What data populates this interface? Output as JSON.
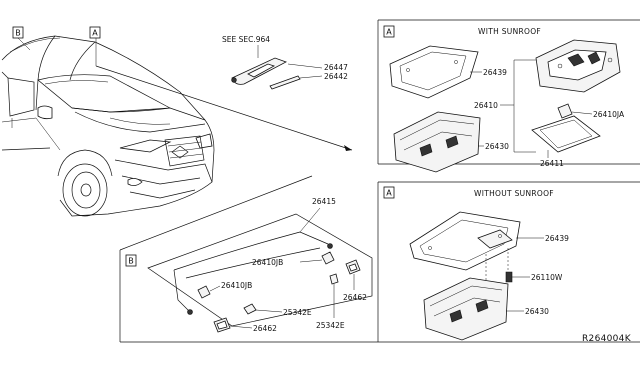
{
  "callouts": {
    "box_a": "A",
    "box_b": "B"
  },
  "top_left": {
    "see_sec": "SEE SEC.964",
    "p26447": "26447",
    "p26442": "26442"
  },
  "with_sunroof": {
    "header": "WITH SUNROOF",
    "p26439": "26439",
    "p26410": "26410",
    "p26410JA": "26410JA",
    "p26411": "26411",
    "p26430": "26430"
  },
  "without_sunroof": {
    "header": "WITHOUT SUNROOF",
    "p26439": "26439",
    "p26110W": "26110W",
    "p26430": "26430"
  },
  "panel_b": {
    "p26415": "26415",
    "p26410JB_top": "26410JB",
    "p26410JB_left": "26410JB",
    "p25342E_mid": "25342E",
    "p25342E_bottom": "25342E",
    "p26462_right": "26462",
    "p26462_bottom": "26462"
  },
  "diagram_ref": "R264004K"
}
